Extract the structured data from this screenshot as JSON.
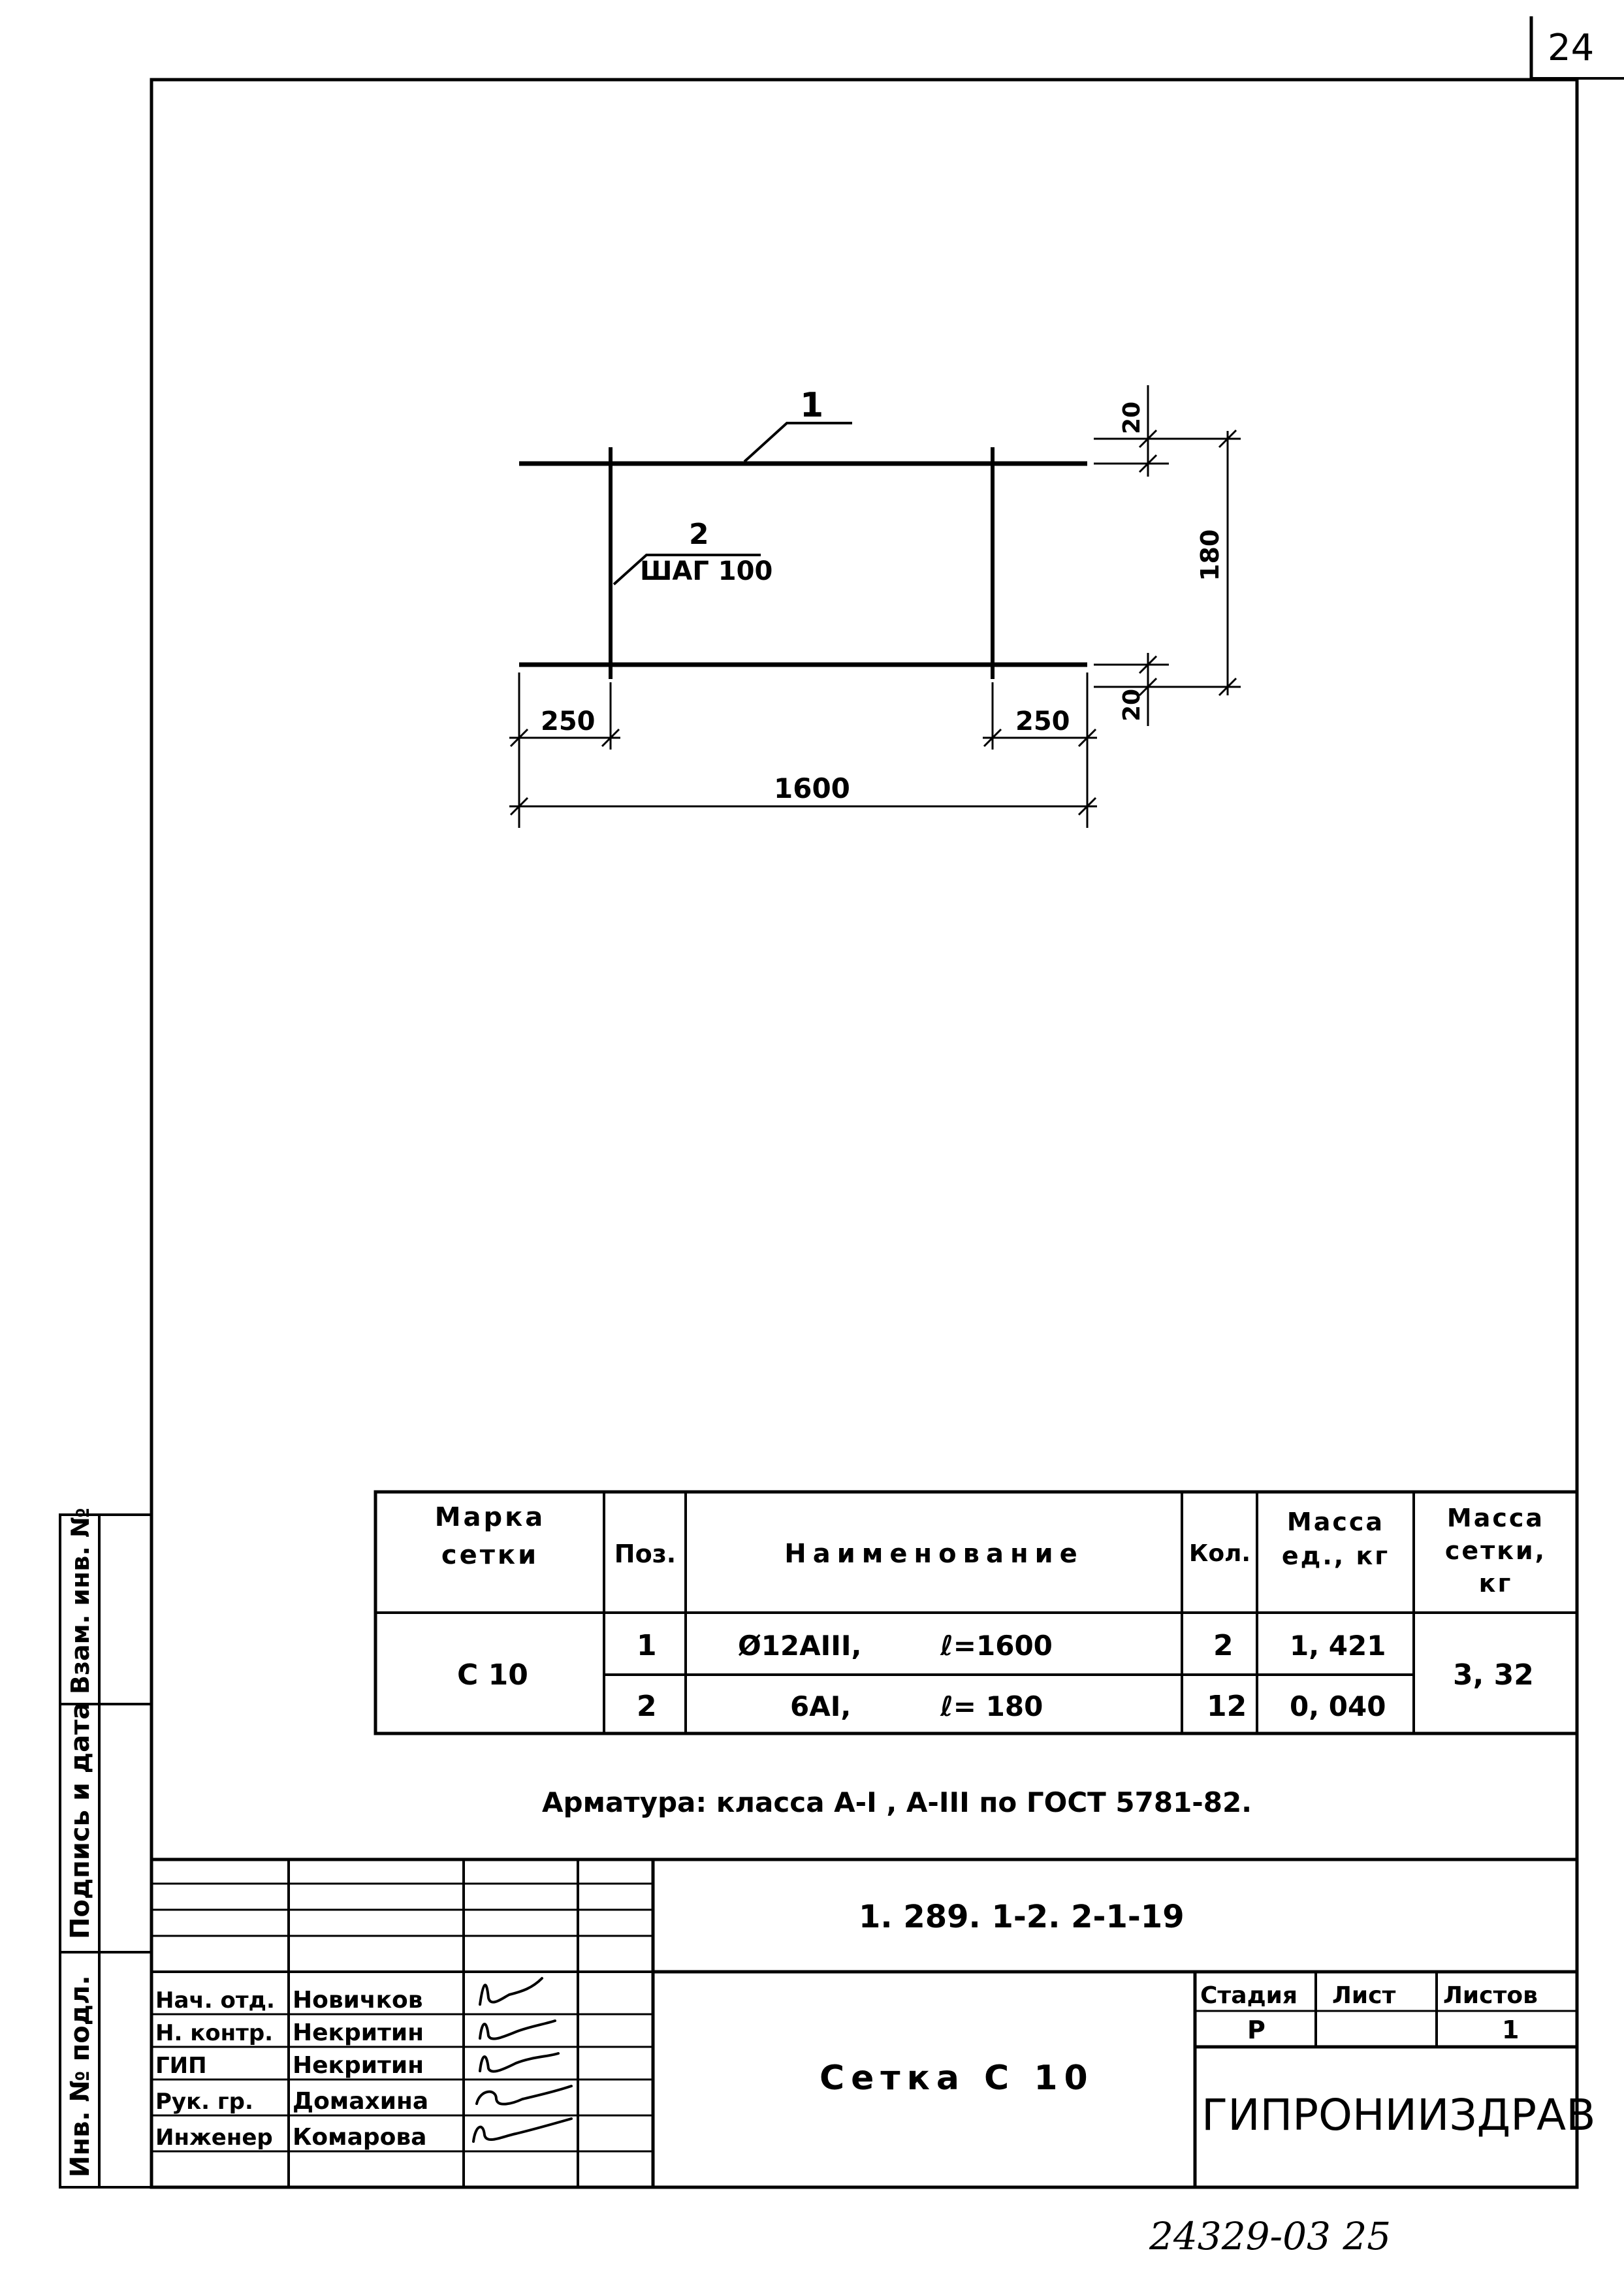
{
  "sheet": {
    "page_number": "24",
    "bottom_code": "24329-03  25"
  },
  "drawing": {
    "bar1_pos": "1",
    "bar2_pos": "2",
    "bar2_step": "ШАГ 100",
    "dim_top_cover": "20",
    "dim_bottom_cover": "20",
    "dim_height": "180",
    "dim_left_offset": "250",
    "dim_right_offset": "250",
    "dim_length": "1600"
  },
  "spec_table": {
    "headers": {
      "mark": "Марка сетки",
      "pos": "Поз.",
      "name": "Наименование",
      "qty": "Кол.",
      "unit_mass": "Масса ед., кг",
      "mesh_mass": "Масса сетки, кг"
    },
    "mark": "С 10",
    "mesh_mass": "3, 32",
    "rows": [
      {
        "pos": "1",
        "name": "Ø12АIII,",
        "length": "ℓ=1600",
        "qty": "2",
        "unit_mass": "1, 421"
      },
      {
        "pos": "2",
        "name": "6АI,",
        "length": "ℓ= 180",
        "qty": "12",
        "unit_mass": "0, 040"
      }
    ]
  },
  "note": "Арматура: класса А-I , А-III по ГОСТ 5781-82.",
  "side_stamp": {
    "field1": "Инв. № подл.",
    "field2": "Подпись и дата",
    "field3": "Взам. инв. №"
  },
  "title_block": {
    "document_code": "1. 289. 1-2. 2-1-19",
    "title": "Сетка С 10",
    "stage_label": "Стадия",
    "sheet_label": "Лист",
    "sheets_label": "Листов",
    "stage_value": "Р",
    "sheet_value": "",
    "sheets_value": "1",
    "organization": "ГИПРОНИИЗДРАВ",
    "people": [
      {
        "role": "Нач. отд.",
        "name": "Новичков"
      },
      {
        "role": "Н. контр.",
        "name": "Некритин"
      },
      {
        "role": "ГИП",
        "name": "Некритин"
      },
      {
        "role": "Рук. гр.",
        "name": "Домахина"
      },
      {
        "role": "Инженер",
        "name": "Комарова"
      }
    ]
  }
}
